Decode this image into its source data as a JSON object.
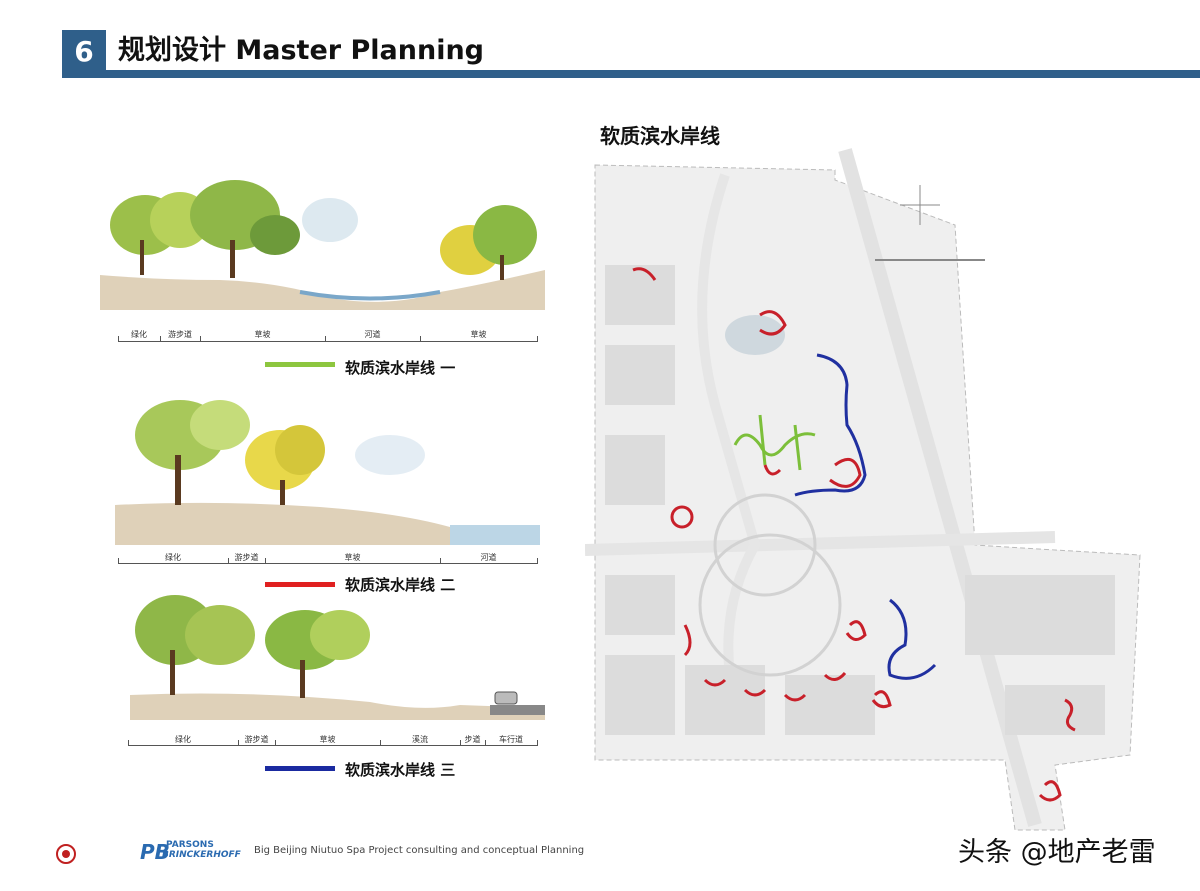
{
  "header": {
    "number": "6",
    "title": "规划设计 Master Planning"
  },
  "sections": [
    {
      "labels": [
        "绿化",
        "游步道",
        "草坡",
        "河道",
        "草坡"
      ],
      "legend": "软质滨水岸线 一",
      "color": "#8dc63f"
    },
    {
      "labels": [
        "绿化",
        "游步道",
        "草坡",
        "河道"
      ],
      "legend": "软质滨水岸线 二",
      "color": "#e02020"
    },
    {
      "labels": [
        "绿化",
        "游步道",
        "草坡",
        "溪流",
        "步道",
        "车行道"
      ],
      "legend": "软质滨水岸线 三",
      "color": "#1a2aa0"
    }
  ],
  "map": {
    "title": "软质滨水岸线"
  },
  "footer": {
    "text": "Big Beijing Niutuo Spa Project consulting and conceptual Planning",
    "pb_logo_line1": "PARSONS",
    "pb_logo_line2": "BRINCKERHOFF",
    "pb_logo_mark": "PB"
  },
  "watermark": "头条 @地产老雷"
}
